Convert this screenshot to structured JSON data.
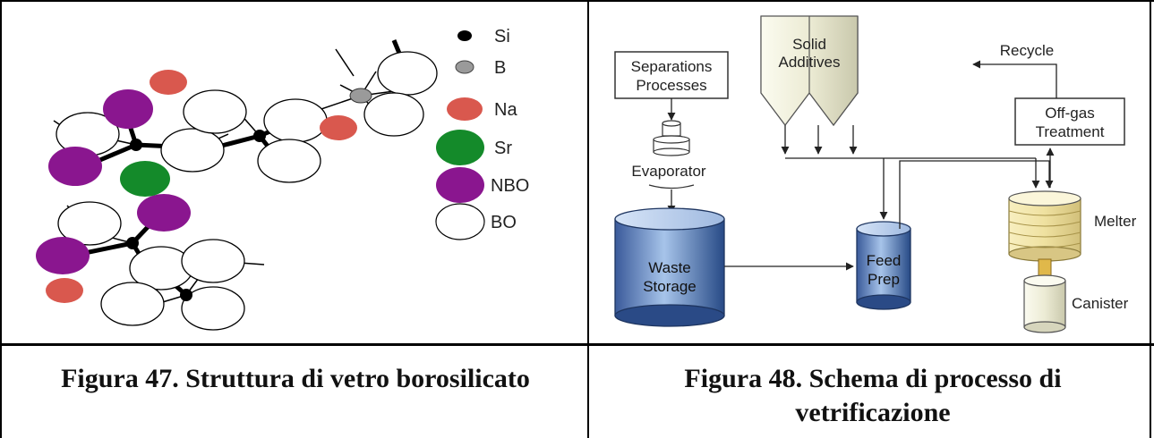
{
  "figure_left": {
    "caption": "Figura 47. Struttura di vetro borosilicato",
    "legend": [
      {
        "label": "Si",
        "color": "#000000"
      },
      {
        "label": "B",
        "color": "#9a9a9a"
      },
      {
        "label": "Na",
        "color": "#d9584e"
      },
      {
        "label": "Sr",
        "color": "#148a2a"
      },
      {
        "label": "NBO",
        "color": "#8a168f"
      },
      {
        "label": "BO",
        "color": "#ffffff"
      }
    ]
  },
  "figure_right": {
    "caption": "Figura 48. Schema di processo di vetrificazione",
    "labels": {
      "separations_1": "Separations",
      "separations_2": "Processes",
      "solid_1": "Solid",
      "solid_2": "Additives",
      "recycle": "Recycle",
      "offgas_1": "Off-gas",
      "offgas_2": "Treatment",
      "evaporator": "Evaporator",
      "waste_1": "Waste",
      "waste_2": "Storage",
      "feed_1": "Feed",
      "feed_2": "Prep",
      "melter": "Melter",
      "canister": "Canister"
    }
  }
}
